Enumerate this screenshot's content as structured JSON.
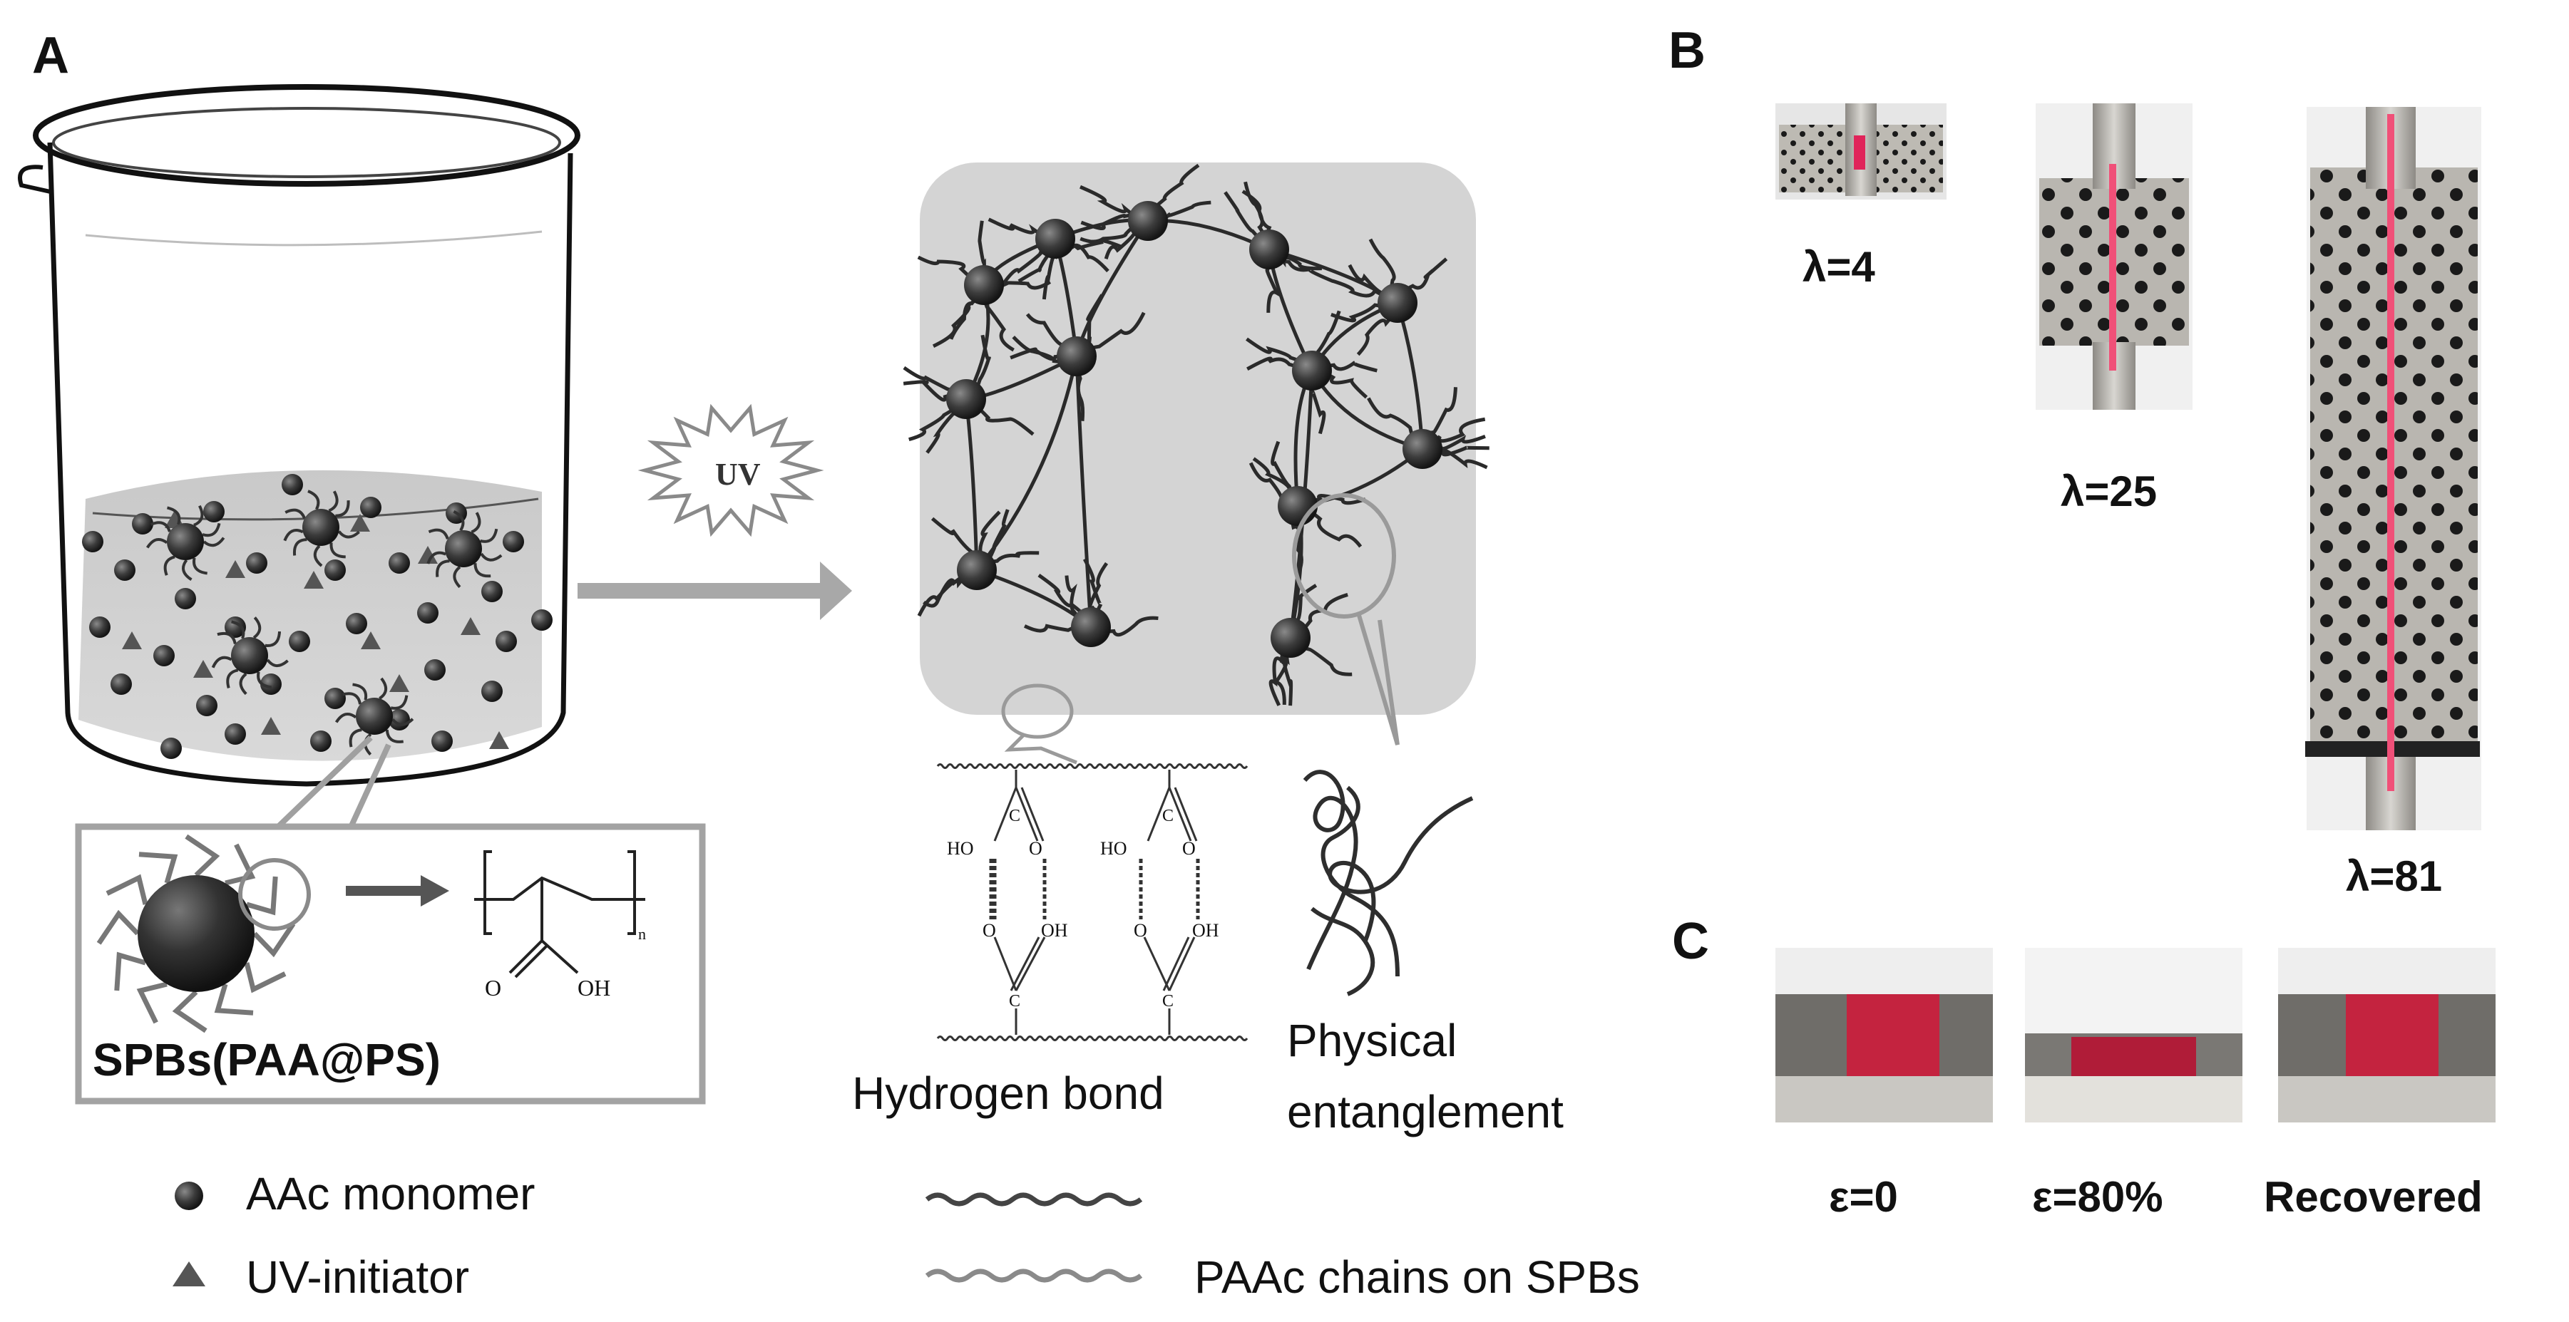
{
  "panels": {
    "a": "A",
    "b": "B",
    "c": "C"
  },
  "uv_label": "UV",
  "spb_label": "SPBs(PAA@PS)",
  "bonds": {
    "hydrogen": "Hydrogen bond",
    "physical_line1": "Physical",
    "physical_line2": "entanglement"
  },
  "chem": {
    "ho": "HO",
    "o": "O",
    "c": "C",
    "oh": "OH",
    "n": "n"
  },
  "legend": {
    "monomer": "AAc monomer",
    "initiator": "UV-initiator",
    "chains": "PAAc chains on SPBs"
  },
  "stretch_labels": [
    "λ=4",
    "λ=25",
    "λ=81"
  ],
  "compression_labels": [
    "ε=0",
    "ε=80%",
    "Recovered"
  ],
  "colors": {
    "gel_background": "#d4d4d4",
    "sphere": "#3a3a3a",
    "arrow": "#a8a8a8",
    "gel_sample": "#c4233f",
    "steel": "#b9b6b0"
  }
}
